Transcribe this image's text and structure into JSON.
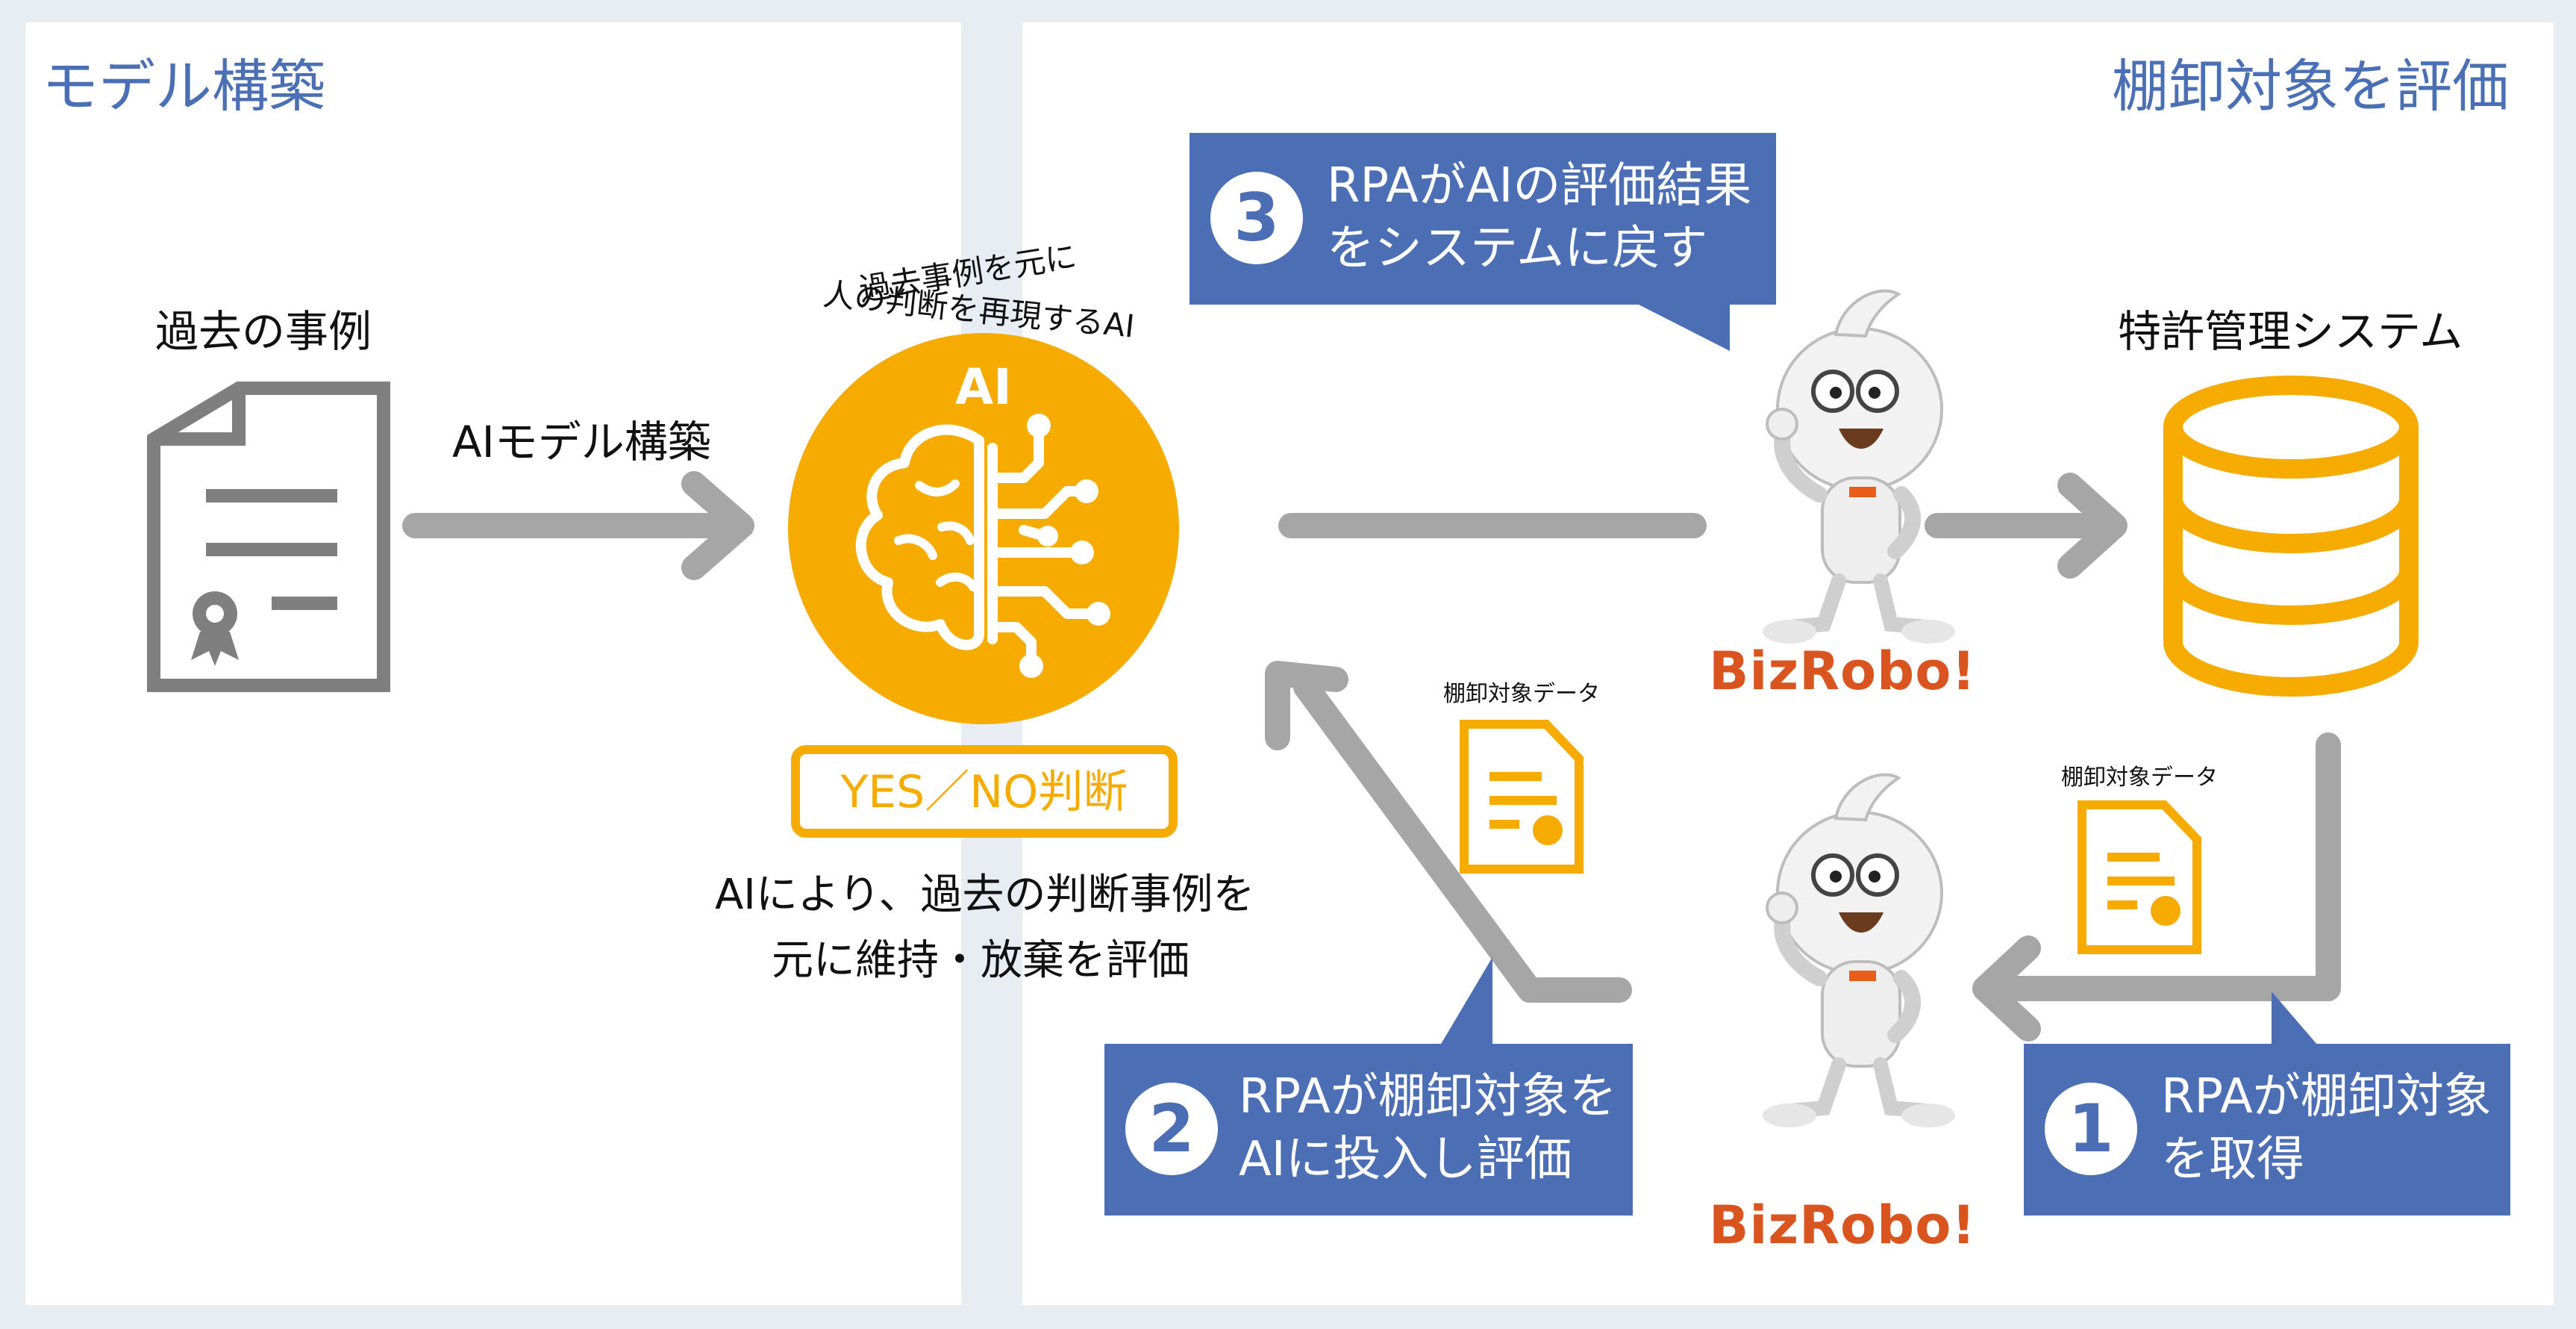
{
  "left_panel": {
    "title": "モデル構築",
    "past_cases_label": "過去の事例",
    "arrow_label": "AIモデル構築",
    "ai_circle": {
      "arc_text_line1": "過去事例を元に",
      "arc_text_line2": "人の判断を再現するAI",
      "badge_text": "AI"
    },
    "yes_no_label": "YES／NO判断",
    "description_line1": "AIにより、過去の判断事例を",
    "description_line2": "元に維持・放棄を評価"
  },
  "right_panel": {
    "title": "棚卸対象を評価",
    "system_label": "特許管理システム",
    "data_label_top": "棚卸対象データ",
    "data_label_right": "棚卸対象データ",
    "robot_brand_top": "BizRobo!",
    "robot_brand_bottom": "BizRobo!",
    "callouts": [
      {
        "number": "1",
        "line1": "RPAが棚卸対象",
        "line2": "を取得"
      },
      {
        "number": "2",
        "line1": "RPAが棚卸対象を",
        "line2": "AIに投入し評価"
      },
      {
        "number": "3",
        "line1": "RPAがAIの評価結果",
        "line2": "をシステムに戻す"
      }
    ]
  },
  "colors": {
    "accent_blue": "#4b6eb4",
    "ai_orange": "#f5ab00",
    "arrow_gray": "#a6a6a6",
    "icon_gray": "#7f7f7f",
    "brand_orange": "#d9541f"
  }
}
